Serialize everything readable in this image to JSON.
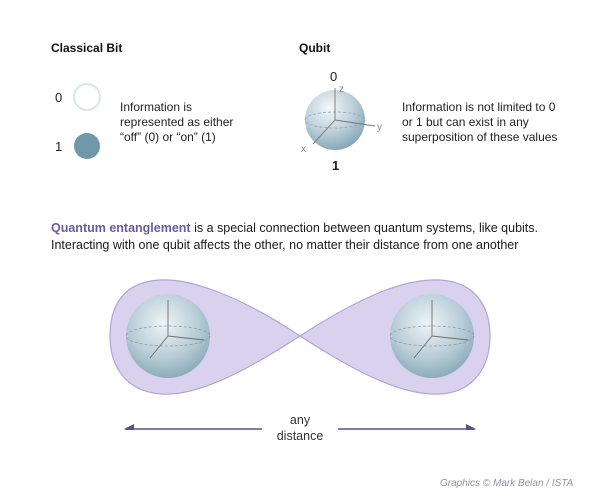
{
  "classical": {
    "heading": "Classical Bit",
    "state0": "0",
    "state1": "1",
    "desc_lines": [
      "Information is",
      "represented as either",
      "“off” (0) or “on” (1)"
    ],
    "colors": {
      "off_fill": "#ffffff",
      "off_stroke": "#dfe6ea",
      "on_fill": "#6f98a8"
    }
  },
  "qubit": {
    "heading": "Qubit",
    "top_label": "0",
    "bottom_label": "1",
    "axis_z": "z",
    "axis_y": "y",
    "axis_x": "x",
    "desc_lines": [
      "Information is not limited to 0",
      "or 1 but can exist in any",
      "superposition of these values"
    ]
  },
  "entanglement": {
    "highlight": "Quantum entanglement",
    "line1_rest": " is a special connection between quantum systems, like qubits.",
    "line2": "Interacting with one qubit affects the other, no matter their distance from one another",
    "colors": {
      "highlight": "#6a5aa0",
      "lobe_fill": "#d9d1ee",
      "lobe_stroke": "#b2a6d6"
    }
  },
  "distance": {
    "line1": "any",
    "line2": "distance",
    "colors": {
      "arrow": "#5a4f88"
    }
  },
  "credit": "Graphics © Mark Belan / ISTA"
}
